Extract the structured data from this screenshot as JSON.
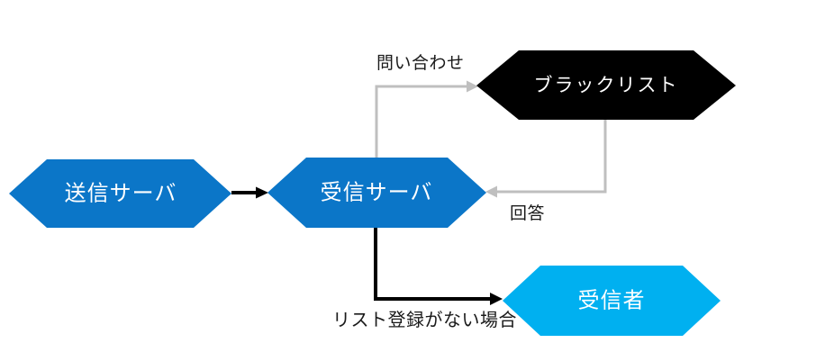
{
  "diagram": {
    "title": "mail blacklist filtering flow",
    "background_color": "#FFFFFF",
    "edge_label_color": "#1A1A1A",
    "nodes": [
      {
        "id": "sending-server",
        "label": "送信サーバ",
        "shape": "hexagon",
        "fill": "#0B76C8",
        "text_color": "#FFFFFF"
      },
      {
        "id": "receiving-server",
        "label": "受信サーバ",
        "shape": "hexagon",
        "fill": "#0B76C8",
        "text_color": "#FFFFFF"
      },
      {
        "id": "blacklist",
        "label": "ブラックリスト",
        "shape": "hexagon",
        "fill": "#000000",
        "text_color": "#FFFFFF"
      },
      {
        "id": "receiver",
        "label": "受信者",
        "shape": "hexagon",
        "fill": "#00B0F0",
        "text_color": "#FFFFFF"
      }
    ],
    "edges": [
      {
        "from": "sending-server",
        "to": "receiving-server",
        "label": "",
        "color": "#000000"
      },
      {
        "from": "receiving-server",
        "to": "blacklist",
        "label": "問い合わせ",
        "color": "#BFBFBF"
      },
      {
        "from": "blacklist",
        "to": "receiving-server",
        "label": "回答",
        "color": "#BFBFBF"
      },
      {
        "from": "receiving-server",
        "to": "receiver",
        "label": "リスト登録がない場合",
        "color": "#000000"
      }
    ]
  }
}
